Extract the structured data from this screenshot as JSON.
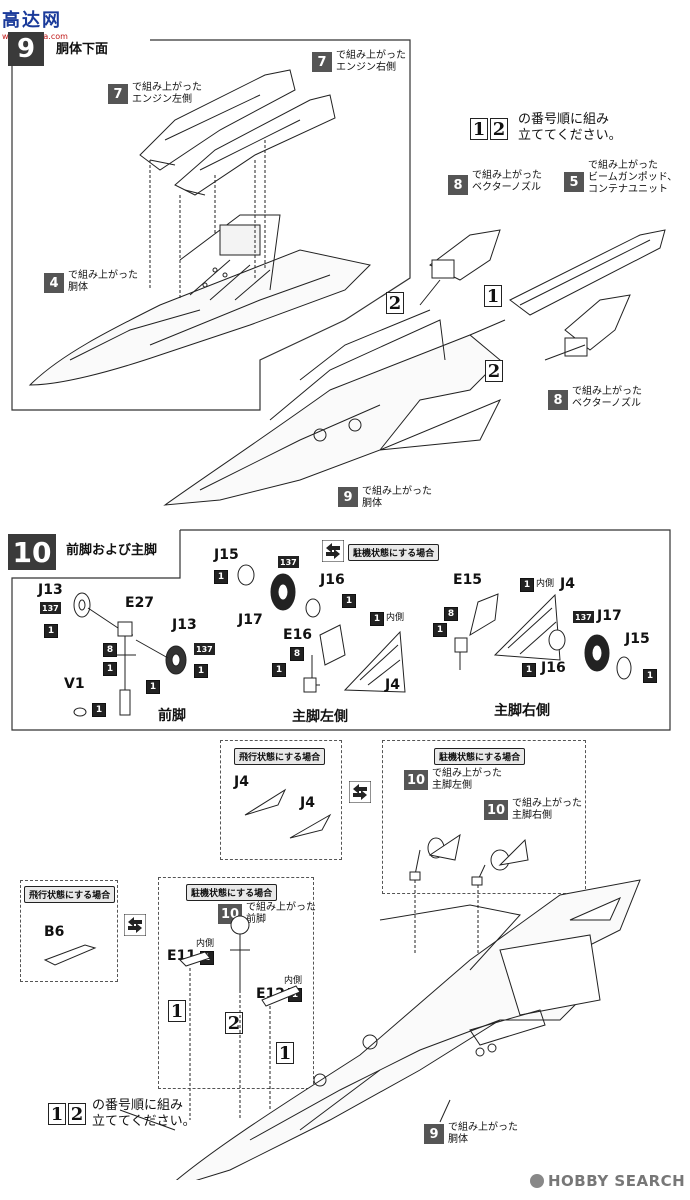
{
  "watermark": {
    "logo_text": "高达网",
    "url": "www.gaoda.com",
    "brand": "HOBBY SEARCH"
  },
  "step9": {
    "number": "9",
    "title": "胴体下面",
    "instruction": "の番号順に組み立ててください。",
    "instruction_line1": "の番号順に組み",
    "instruction_line2": "立ててください。",
    "order": [
      "1",
      "2"
    ],
    "callouts": [
      {
        "num": "7",
        "line1": "で組み上がった",
        "line2": "エンジン左側"
      },
      {
        "num": "7",
        "line1": "で組み上がった",
        "line2": "エンジン右側"
      },
      {
        "num": "4",
        "line1": "で組み上がった",
        "line2": "胴体"
      },
      {
        "num": "8",
        "line1": "で組み上がった",
        "line2": "ベクターノズル"
      },
      {
        "num": "5",
        "line1": "で組み上がった",
        "line2": "ビームガンポッド、",
        "line3": "コンテナユニット"
      },
      {
        "num": "8",
        "line1": "で組み上がった",
        "line2": "ベクターノズル"
      },
      {
        "num": "9",
        "line1": "で組み上がった",
        "line2": "胴体"
      }
    ]
  },
  "step10": {
    "number": "10",
    "title": "前脚および主脚",
    "parking_tag": "駐機状態にする場合",
    "flight_tag": "飛行状態にする場合",
    "inner": "内側",
    "front_gear": "前脚",
    "main_left": "主脚左側",
    "main_right": "主脚右側",
    "parts": {
      "J13a": "J13",
      "J13b": "J13",
      "E27": "E27",
      "V1": "V1",
      "J15a": "J15",
      "J17a": "J17",
      "J16a": "J16",
      "E16": "E16",
      "J4a": "J4",
      "E15": "E15",
      "J4b": "J4",
      "J17b": "J17",
      "J15b": "J15",
      "J16b": "J16",
      "J4c": "J4",
      "J4d": "J4",
      "B6": "B6",
      "E11": "E11",
      "E12": "E12"
    },
    "qty": {
      "one": "1",
      "two": "8",
      "sprue": "137"
    },
    "callouts": [
      {
        "num": "10",
        "line1": "で組み上がった",
        "line2": "主脚左側"
      },
      {
        "num": "10",
        "line1": "で組み上がった",
        "line2": "主脚右側"
      },
      {
        "num": "10",
        "line1": "で組み上がった",
        "line2": "前脚"
      },
      {
        "num": "9",
        "line1": "で組み上がった",
        "line2": "胴体"
      }
    ],
    "instruction_line1": "の番号順に組み",
    "instruction_line2": "立ててください。",
    "order": [
      "1",
      "2"
    ]
  }
}
